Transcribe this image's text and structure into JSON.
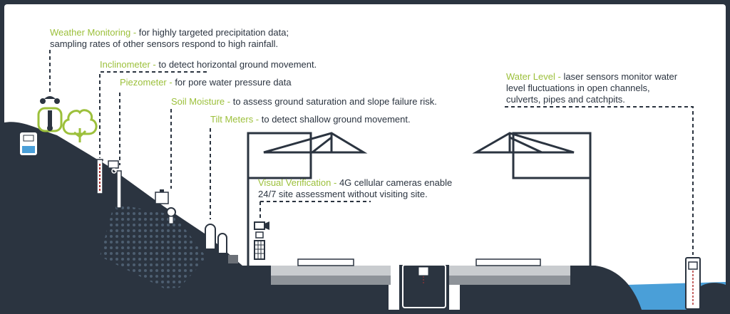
{
  "colors": {
    "frame": "#2b3440",
    "canvas": "#ffffff",
    "ground": "#2b3440",
    "accent": "#9cc03b",
    "water": "#4a9fd8",
    "road": "#c9cccf"
  },
  "labels": {
    "weather": {
      "title": "Weather Monitoring - ",
      "desc_line1": "for highly targeted precipitation data;",
      "desc_line2": "sampling rates of other sensors respond to high rainfall."
    },
    "inclinometer": {
      "title": "Inclinometer - ",
      "desc": "to detect horizontal ground movement."
    },
    "piezometer": {
      "title": "Piezometer - ",
      "desc": "for pore water pressure data"
    },
    "soil": {
      "title": "Soil Moisture - ",
      "desc": "to assess ground saturation and slope failure risk."
    },
    "tilt": {
      "title": "Tilt Meters - ",
      "desc": "to detect shallow ground movement."
    },
    "visual": {
      "title": "Visual Verification - ",
      "desc_line1": "4G cellular cameras enable",
      "desc_line2": "24/7 site assessment without visiting site."
    },
    "water": {
      "title": "Water Level - ",
      "desc_line1": "laser sensors monitor water",
      "desc_line2": "level fluctuations in open channels,",
      "desc_line3": "culverts, pipes and catchpits."
    }
  },
  "icons": [
    "weather-station-icon",
    "tree-icon",
    "inclinometer-icon",
    "piezometer-icon",
    "soil-moisture-sensor-icon",
    "tilt-meter-icon",
    "camera-icon",
    "water-level-sensor-icon",
    "gantry-icon"
  ]
}
